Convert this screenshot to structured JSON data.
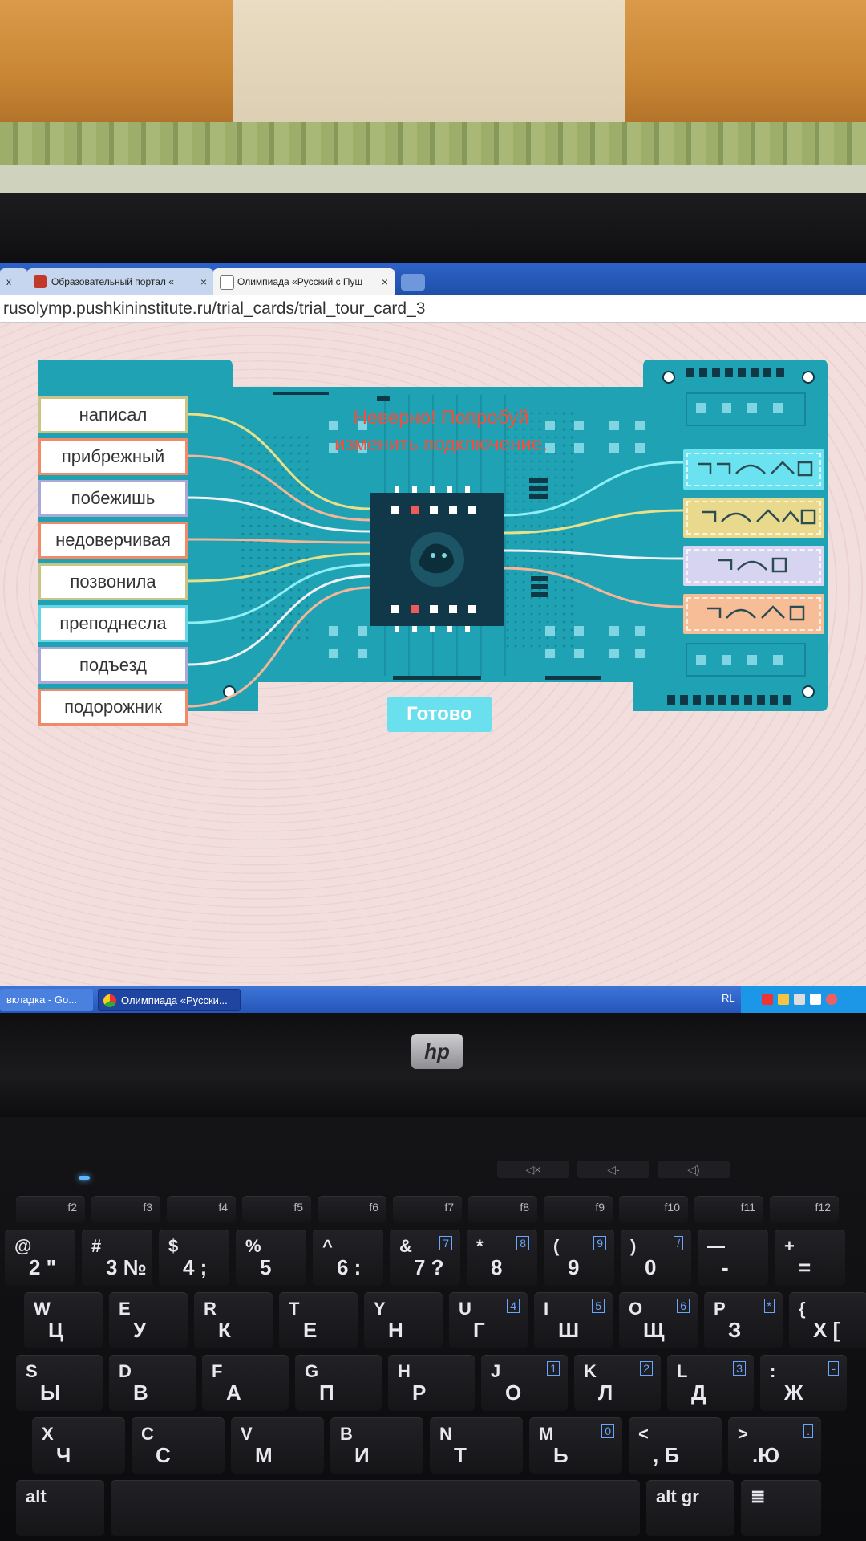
{
  "browser": {
    "tabs": [
      {
        "label": "x"
      },
      {
        "label": "Образовательный портал «",
        "close": "×"
      },
      {
        "label": "Олимпиада «Русский с Пуш",
        "close": "×"
      }
    ],
    "address": "rusolymp.pushkininstitute.ru/trial_cards/trial_tour_card_3"
  },
  "game": {
    "status_line1": "Неверно! Попробуй",
    "status_line2": "изменить подключение.",
    "words": [
      {
        "text": "написал",
        "color": "#c9c487"
      },
      {
        "text": "прибрежный",
        "color": "#ef8a6a"
      },
      {
        "text": "побежишь",
        "color": "#a9a9d8"
      },
      {
        "text": "недоверчивая",
        "color": "#ef8a6a"
      },
      {
        "text": "позвонила",
        "color": "#c9c487"
      },
      {
        "text": "преподнесла",
        "color": "#66d6e6"
      },
      {
        "text": "подъезд",
        "color": "#a9a9d8"
      },
      {
        "text": "подорожник",
        "color": "#ef8a6a"
      }
    ],
    "schemes": [
      {
        "pattern": [
          "prefix",
          "prefix",
          "root",
          "suffix",
          "ending"
        ],
        "color": "#6be2ef"
      },
      {
        "pattern": [
          "prefix",
          "root",
          "suffix",
          "suffix",
          "ending"
        ],
        "color": "#e9d98c"
      },
      {
        "pattern": [
          "prefix",
          "root",
          "ending"
        ],
        "color": "#d7d4f2"
      },
      {
        "pattern": [
          "prefix",
          "root",
          "suffix",
          "ending"
        ],
        "color": "#f7bd96"
      }
    ],
    "ready_label": "Готово",
    "board_color": "#1fa3b4",
    "chip_color": "#103848"
  },
  "taskbar": {
    "item1": "вкладка - Go...",
    "item2": "Олимпиада «Русски...",
    "lang": "RL"
  },
  "laptop": {
    "brand": "hp",
    "fn_keys": [
      "f2",
      "f3",
      "f4",
      "f5",
      "f6",
      "f7",
      "f8",
      "f9",
      "f10",
      "f11",
      "f12"
    ],
    "row_numbers": [
      {
        "lat": "@",
        "cyr": "2 \""
      },
      {
        "lat": "#",
        "cyr": "3 №"
      },
      {
        "lat": "$",
        "cyr": "4 ;"
      },
      {
        "lat": "%",
        "cyr": "5"
      },
      {
        "lat": "^",
        "cyr": "6 :"
      },
      {
        "lat": "&",
        "cyr": "7 ?",
        "num": "7"
      },
      {
        "lat": "*",
        "cyr": "8",
        "num": "8"
      },
      {
        "lat": "(",
        "cyr": "9",
        "num": "9"
      },
      {
        "lat": ")",
        "cyr": "0",
        "num": "/"
      },
      {
        "lat": "—",
        "cyr": "-"
      },
      {
        "lat": "+",
        "cyr": "="
      }
    ],
    "row_q": [
      {
        "lat": "W",
        "cyr": "Ц"
      },
      {
        "lat": "E",
        "cyr": "У"
      },
      {
        "lat": "R",
        "cyr": "К"
      },
      {
        "lat": "T",
        "cyr": "Е"
      },
      {
        "lat": "Y",
        "cyr": "Н"
      },
      {
        "lat": "U",
        "cyr": "Г",
        "num": "4"
      },
      {
        "lat": "I",
        "cyr": "Ш",
        "num": "5"
      },
      {
        "lat": "O",
        "cyr": "Щ",
        "num": "6"
      },
      {
        "lat": "P",
        "cyr": "З",
        "num": "*"
      },
      {
        "lat": "{",
        "cyr": "Х ["
      }
    ],
    "row_a": [
      {
        "lat": "S",
        "cyr": "Ы"
      },
      {
        "lat": "D",
        "cyr": "В"
      },
      {
        "lat": "F",
        "cyr": "А"
      },
      {
        "lat": "G",
        "cyr": "П"
      },
      {
        "lat": "H",
        "cyr": "Р"
      },
      {
        "lat": "J",
        "cyr": "О",
        "num": "1"
      },
      {
        "lat": "K",
        "cyr": "Л",
        "num": "2"
      },
      {
        "lat": "L",
        "cyr": "Д",
        "num": "3"
      },
      {
        "lat": ":",
        "cyr": "Ж",
        "num": "-"
      }
    ],
    "row_z": [
      {
        "lat": "X",
        "cyr": "Ч"
      },
      {
        "lat": "C",
        "cyr": "С"
      },
      {
        "lat": "V",
        "cyr": "М"
      },
      {
        "lat": "B",
        "cyr": "И"
      },
      {
        "lat": "N",
        "cyr": "Т"
      },
      {
        "lat": "M",
        "cyr": "Ь",
        "num": "0"
      },
      {
        "lat": "<",
        "cyr": ", Б"
      },
      {
        "lat": ">",
        "cyr": ".Ю",
        "num": "."
      }
    ],
    "alt": "alt",
    "altgr": "alt gr"
  }
}
